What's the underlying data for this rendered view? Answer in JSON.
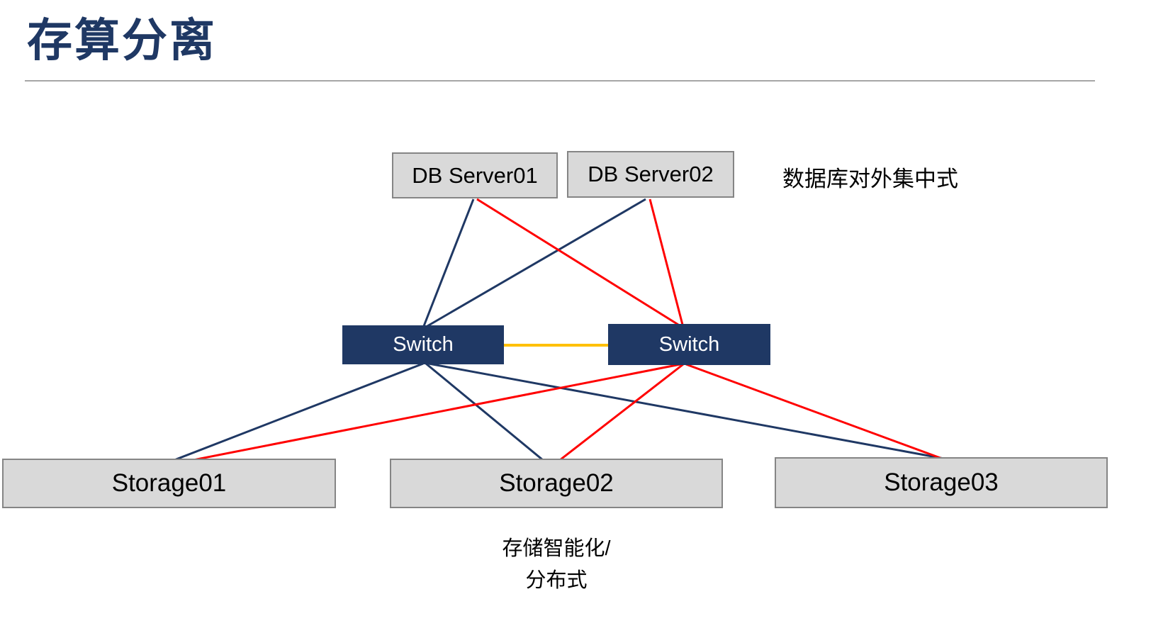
{
  "title": "存算分离",
  "colors": {
    "title": "#1f3864",
    "navy_link": "#1f3864",
    "red_link": "#ff0000",
    "yellow_link": "#ffc000",
    "switch_fill": "#1f3864",
    "node_fill": "#d9d9d9",
    "node_border": "#858585",
    "divider": "#a6a6a6"
  },
  "nodes": {
    "db_server_01": {
      "label": "DB Server01"
    },
    "db_server_02": {
      "label": "DB Server02"
    },
    "switch_left": {
      "label": "Switch"
    },
    "switch_right": {
      "label": "Switch"
    },
    "storage_01": {
      "label": "Storage01"
    },
    "storage_02": {
      "label": "Storage02"
    },
    "storage_03": {
      "label": "Storage03"
    }
  },
  "annotations": {
    "db_cluster_note": "数据库对外集中式",
    "storage_note_line1": "存储智能化/",
    "storage_note_line2": "分布式"
  }
}
